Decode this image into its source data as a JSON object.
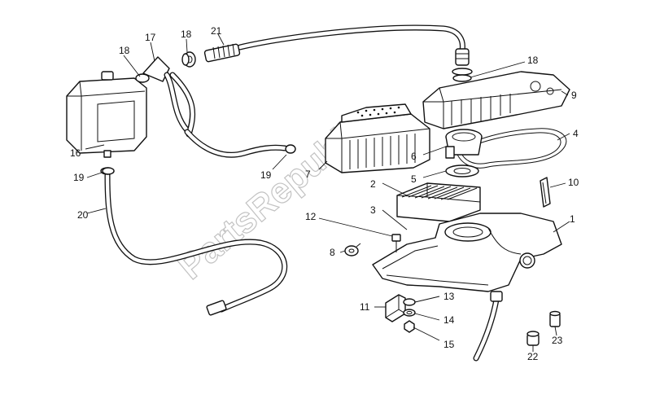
{
  "watermark": "PartsRepublik",
  "callouts": {
    "c1": "1",
    "c2": "2",
    "c3": "3",
    "c4": "4",
    "c5": "5",
    "c6": "6",
    "c7": "7",
    "c8": "8",
    "c9": "9",
    "c10": "10",
    "c11": "11",
    "c12": "12",
    "c13": "13",
    "c14": "14",
    "c15": "15",
    "c16": "16",
    "c17": "17",
    "c18a": "18",
    "c18b": "18",
    "c18c": "18",
    "c19a": "19",
    "c19b": "19",
    "c20": "20",
    "c21": "21",
    "c22": "22",
    "c23": "23"
  }
}
